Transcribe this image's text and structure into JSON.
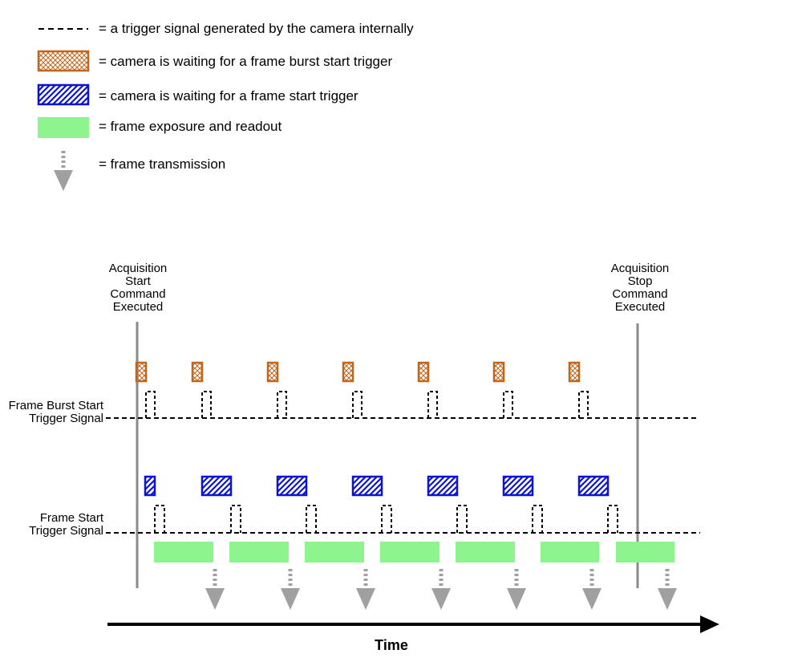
{
  "legend": {
    "internal_trigger": "= a trigger signal generated by the camera internally",
    "burst_wait": "= camera is waiting for a frame burst start trigger",
    "frame_wait": "= camera is waiting for a frame start trigger",
    "exposure": "= frame exposure and readout",
    "transmission": "= frame transmission"
  },
  "annotations": {
    "acq_start": [
      "Acquisition",
      "Start",
      "Command",
      "Executed"
    ],
    "acq_stop": [
      "Acquisition",
      "Stop",
      "Command",
      "Executed"
    ]
  },
  "signals": {
    "burst_label": [
      "Frame Burst Start",
      "Trigger Signal"
    ],
    "frame_label": [
      "Frame Start",
      "Trigger Signal"
    ]
  },
  "axis": {
    "time_label": "Time"
  },
  "colors": {
    "burst_wait": "#c0651b",
    "frame_wait": "#0b12d8",
    "exposure": "#8ef58e",
    "transmission": "#a0a0a0",
    "marker": "#8a8a8a"
  }
}
